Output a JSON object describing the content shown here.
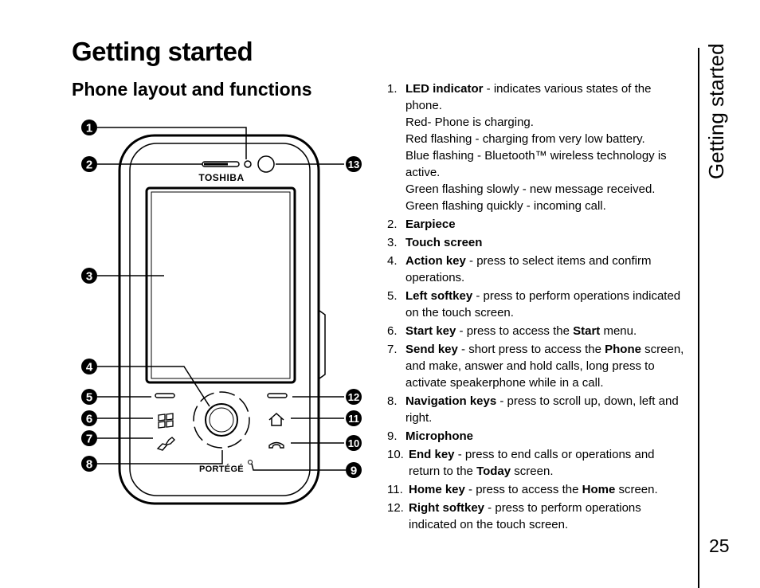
{
  "header": {
    "title": "Getting started",
    "section": "Phone layout and functions",
    "side_tab": "Getting started",
    "page_number": "25"
  },
  "diagram": {
    "brand_top": "TOSHIBA",
    "brand_bottom": "PORTÉGÉ",
    "callouts": [
      "1",
      "2",
      "3",
      "4",
      "5",
      "6",
      "7",
      "8",
      "9",
      "10",
      "11",
      "12",
      "13"
    ]
  },
  "items": [
    {
      "num": "1.",
      "term": "LED indicator",
      "desc": " - indicates various states of the phone.",
      "sub": [
        "Red- Phone is charging.",
        "Red flashing - charging from very low battery.",
        "Blue flashing - Bluetooth™ wireless technology is active.",
        "Green flashing slowly - new message received.",
        "Green flashing quickly - incoming call."
      ]
    },
    {
      "num": "2.",
      "term": "Earpiece"
    },
    {
      "num": "3.",
      "term": "Touch screen"
    },
    {
      "num": "4.",
      "term": "Action key",
      "desc": " - press to select items and confirm operations."
    },
    {
      "num": "5.",
      "term": "Left softkey",
      "desc": " - press to perform operations indicated on the touch screen."
    },
    {
      "num": "6.",
      "term": "Start key",
      "desc": " - press to access the ",
      "bold2": "Start",
      "desc2": " menu."
    },
    {
      "num": "7.",
      "term": "Send key",
      "desc": " - short press to access the ",
      "bold2": "Phone",
      "desc2": " screen, and make, answer and hold calls, long press to activate speakerphone while in a call."
    },
    {
      "num": "8.",
      "term": "Navigation keys",
      "desc": " - press to scroll up, down, left and right."
    },
    {
      "num": "9.",
      "term": "Microphone"
    },
    {
      "num": "10.",
      "term": "End key",
      "desc": " - press to end calls or operations and return to the ",
      "bold2": "Today",
      "desc2": " screen."
    },
    {
      "num": "11.",
      "term": "Home key",
      "desc": " - press to access the ",
      "bold2": "Home",
      "desc2": " screen."
    },
    {
      "num": "12.",
      "term": "Right softkey",
      "desc": " - press to perform operations indicated on the touch screen."
    }
  ]
}
